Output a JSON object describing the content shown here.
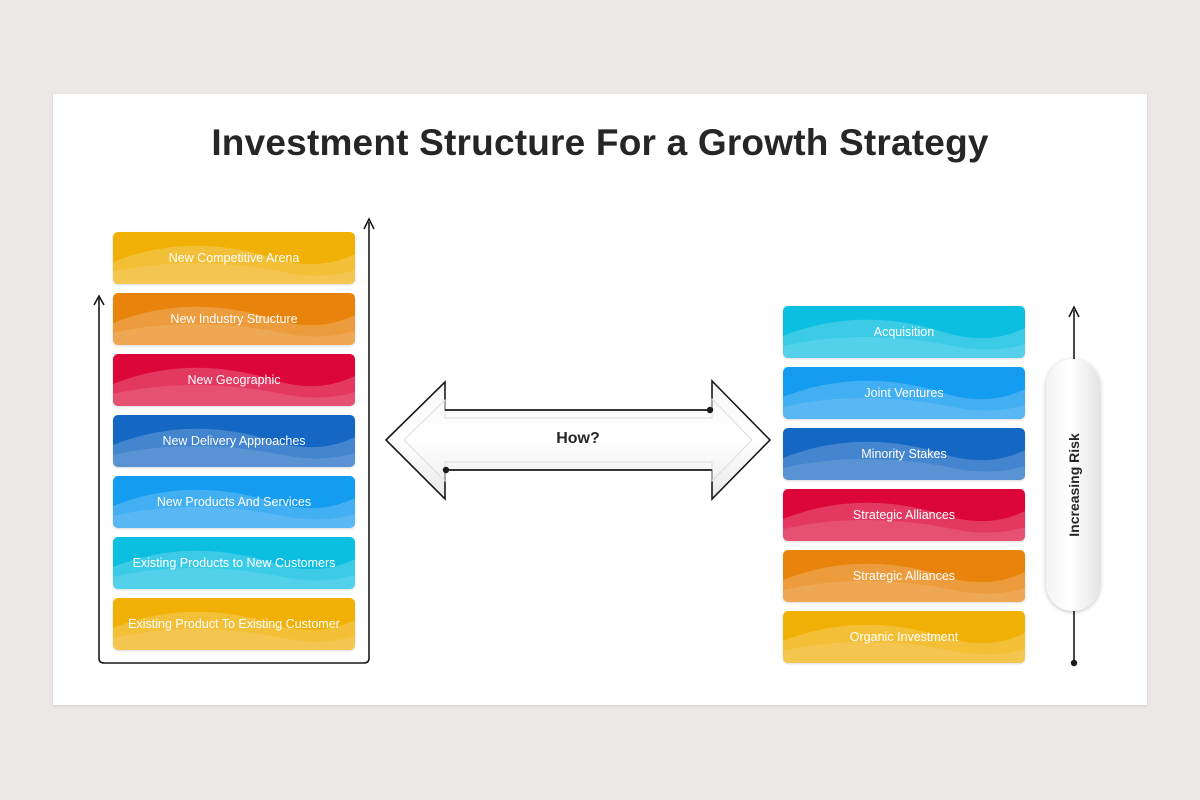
{
  "title": "Investment Structure For a Growth Strategy",
  "left_stack": [
    {
      "label": "New Competitive Arena",
      "color": "#f0b005"
    },
    {
      "label": "New Industry Structure",
      "color": "#e8840c"
    },
    {
      "label": "New Geographic",
      "color": "#dc0738"
    },
    {
      "label": "New Delivery Approaches",
      "color": "#1467c2"
    },
    {
      "label": "New Products And Services",
      "color": "#139cf0"
    },
    {
      "label": "Existing Products to New Customers",
      "color": "#0cbfe1"
    },
    {
      "label": "Existing Product To Existing Customer",
      "color": "#f0b005"
    }
  ],
  "center": {
    "label": "How?"
  },
  "right_stack": [
    {
      "label": "Acquisition",
      "color": "#0cbfe1"
    },
    {
      "label": "Joint Ventures",
      "color": "#139cf0"
    },
    {
      "label": "Minority Stakes",
      "color": "#1467c2"
    },
    {
      "label": "Strategic Alliances",
      "color": "#dc0738"
    },
    {
      "label": "Strategic Alliances",
      "color": "#e8840c"
    },
    {
      "label": "Organic Investment",
      "color": "#f0b005"
    }
  ],
  "risk_label": "Increasing Risk"
}
